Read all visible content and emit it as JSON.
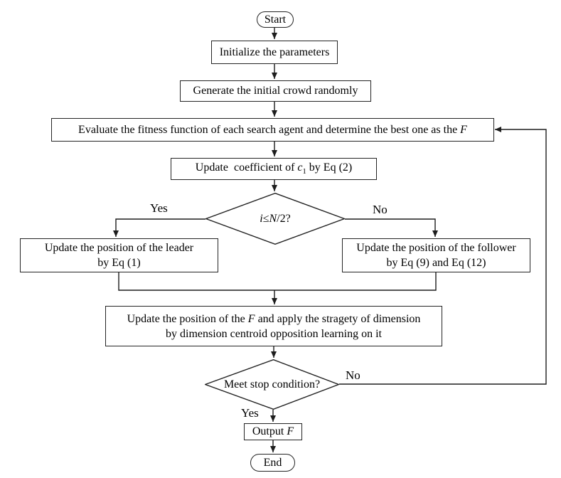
{
  "diagram": {
    "type": "flowchart",
    "colors": {
      "stroke": "#1d1d1d",
      "node_fill": "#ffffff",
      "text": "#000000",
      "background": "#ffffff"
    },
    "nodes": {
      "start": {
        "shape": "terminator",
        "label": "Start"
      },
      "init": {
        "shape": "process",
        "label": "Initialize the parameters"
      },
      "generate": {
        "shape": "process",
        "label": "Generate the initial crowd randomly"
      },
      "evaluate": {
        "shape": "process",
        "segments": [
          {
            "t": "Evaluate the fitness function of each search agent and determine the best one as the "
          },
          {
            "t": "F",
            "i": true
          }
        ]
      },
      "update_c1": {
        "shape": "process",
        "segments": [
          {
            "t": "Update  coefficient of "
          },
          {
            "t": "c",
            "i": true
          },
          {
            "t": "1",
            "sub": true
          },
          {
            "t": " by Eq (2)"
          }
        ]
      },
      "decision1": {
        "shape": "decision",
        "segments": [
          {
            "t": "i",
            "i": true
          },
          {
            "t": "≤"
          },
          {
            "t": "N",
            "i": true
          },
          {
            "t": "/2?"
          }
        ]
      },
      "leader": {
        "shape": "process",
        "line1": "Update the position of the leader",
        "line2": "by Eq (1)"
      },
      "follower": {
        "shape": "process",
        "line1": "Update the position of the follower",
        "line2": "by Eq (9) and Eq (12)"
      },
      "update_f": {
        "shape": "process",
        "line1_segments": [
          {
            "t": "Update the position of the "
          },
          {
            "t": "F",
            "i": true
          },
          {
            "t": " and apply the stragety of dimension"
          }
        ],
        "line2": "by dimension centroid opposition learning on it"
      },
      "decision2": {
        "shape": "decision",
        "label": "Meet stop condition?"
      },
      "output": {
        "shape": "process",
        "segments": [
          {
            "t": "Output "
          },
          {
            "t": "F",
            "i": true
          }
        ]
      },
      "end": {
        "shape": "terminator",
        "label": "End"
      }
    },
    "edge_labels": {
      "decision1_yes": "Yes",
      "decision1_no": "No",
      "decision2_no": "No",
      "decision2_yes": "Yes"
    }
  }
}
